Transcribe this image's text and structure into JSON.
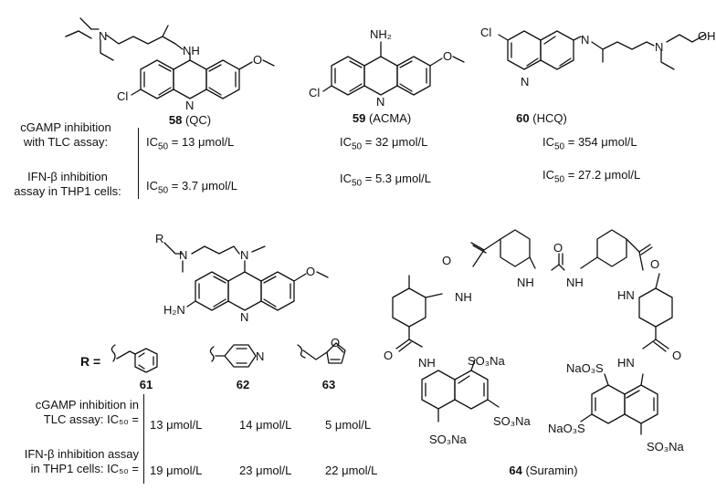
{
  "compounds": {
    "c58": {
      "num": "58",
      "name": "(QC)"
    },
    "c59": {
      "num": "59",
      "name": "(ACMA)"
    },
    "c60": {
      "num": "60",
      "name": "(HCQ)"
    },
    "c61": {
      "num": "61"
    },
    "c62": {
      "num": "62"
    },
    "c63": {
      "num": "63"
    },
    "c64": {
      "num": "64",
      "name": "(Suramin)"
    }
  },
  "top_table": {
    "row1_label": [
      "cGAMP inhibition",
      "with TLC assay:"
    ],
    "row2_label": [
      "IFN-β inhibition",
      "assay in THP1 cells:"
    ],
    "ic_prefix": "IC",
    "ic_sub": "50",
    "unit": "μmol/L",
    "row1_values": [
      "13",
      "32",
      "354"
    ],
    "row2_values": [
      "3.7",
      "5.3",
      "27.2"
    ]
  },
  "bottom_table": {
    "r_label": "R =",
    "row1_label": [
      "cGAMP inhibition in",
      "TLC assay: IC₅₀ ="
    ],
    "row2_label": [
      "IFN-β inhibition assay",
      "in THP1 cells: IC₅₀ ="
    ],
    "unit": "μmol/L",
    "row1_values": [
      "13",
      "14",
      "5"
    ],
    "row2_values": [
      "19",
      "23",
      "22"
    ]
  },
  "atoms": {
    "nh": "NH",
    "nh2": "NH₂",
    "h2n": "H₂N",
    "n": "N",
    "cl": "Cl",
    "o": "O",
    "oh": "OH",
    "r": "R",
    "so3na": "SO₃Na",
    "naso3": "NaO₃S",
    "so3na_lower": "SO₃Na",
    "naso3_lower": "NaO₃S",
    "nh_amide": "NH",
    "hn": "HN"
  }
}
